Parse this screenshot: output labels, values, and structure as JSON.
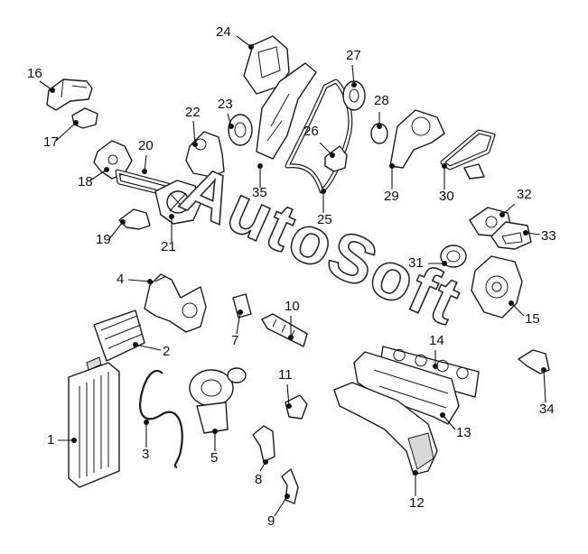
{
  "diagram": {
    "watermark": "AutoSoft",
    "callouts": [
      {
        "id": "1",
        "label": "1"
      },
      {
        "id": "2",
        "label": "2"
      },
      {
        "id": "3",
        "label": "3"
      },
      {
        "id": "4",
        "label": "4"
      },
      {
        "id": "5",
        "label": "5"
      },
      {
        "id": "7",
        "label": "7"
      },
      {
        "id": "8",
        "label": "8"
      },
      {
        "id": "9",
        "label": "9"
      },
      {
        "id": "10",
        "label": "10"
      },
      {
        "id": "11",
        "label": "11"
      },
      {
        "id": "12",
        "label": "12"
      },
      {
        "id": "13",
        "label": "13"
      },
      {
        "id": "14",
        "label": "14"
      },
      {
        "id": "15",
        "label": "15"
      },
      {
        "id": "16",
        "label": "16"
      },
      {
        "id": "17",
        "label": "17"
      },
      {
        "id": "18",
        "label": "18"
      },
      {
        "id": "19",
        "label": "19"
      },
      {
        "id": "20",
        "label": "20"
      },
      {
        "id": "21",
        "label": "21"
      },
      {
        "id": "22",
        "label": "22"
      },
      {
        "id": "23",
        "label": "23"
      },
      {
        "id": "24",
        "label": "24"
      },
      {
        "id": "25",
        "label": "25"
      },
      {
        "id": "26",
        "label": "26"
      },
      {
        "id": "27",
        "label": "27"
      },
      {
        "id": "28",
        "label": "28"
      },
      {
        "id": "29",
        "label": "29"
      },
      {
        "id": "30",
        "label": "30"
      },
      {
        "id": "31",
        "label": "31"
      },
      {
        "id": "32",
        "label": "32"
      },
      {
        "id": "33",
        "label": "33"
      },
      {
        "id": "34",
        "label": "34"
      },
      {
        "id": "35",
        "label": "35"
      }
    ]
  }
}
